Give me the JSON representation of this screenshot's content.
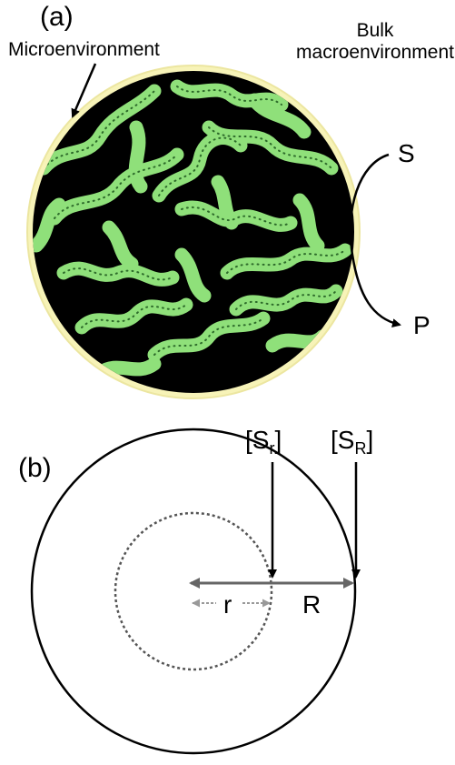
{
  "panel_a": {
    "letter": "(a)",
    "micro_label": "Microenvironment",
    "bulk_label_line1": "Bulk",
    "bulk_label_line2": "macroenvironment",
    "substrate": "S",
    "product": "P"
  },
  "panel_b": {
    "letter": "(b)",
    "sr_label": "[S",
    "sr_sub": "r",
    "sR_label": "[S",
    "sR_sub": "R",
    "close_bracket": "]",
    "r_label": "r",
    "R_label": "R"
  },
  "colors": {
    "particle": "#000000",
    "halo": "#f7f3b8",
    "channels": "#8fe07a",
    "line_gray": "#666666"
  }
}
